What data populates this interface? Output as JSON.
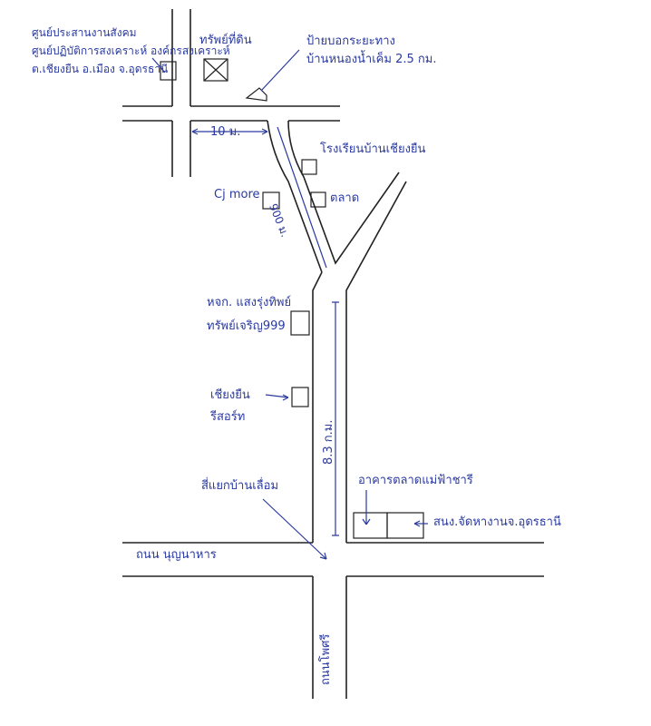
{
  "labels": {
    "center_line1": "ศูนย์ประสานงานสังคม",
    "center_line2": "ศูนย์ปฏิบัติการสงเคราะห์ องค์กรสงเคราะห์",
    "center_line3": "ต.เชียงยืน อ.เมือง จ.อุดรธานี",
    "land": "ทรัพย์ที่ดิน",
    "sign_line1": "ป้ายบอกระยะทาง",
    "sign_line2": "บ้านหนองน้ำเค็ม 2.5 กม.",
    "dist_10": "10 ม.",
    "school": "โรงเรียนบ้านเชียงยืน",
    "cjmore": "Cj more",
    "market": "ตลาด",
    "dist_900": "900 ม.",
    "shop_line1": "หจก. แสงรุ่งทิพย์",
    "shop_line2": "ทรัพย์เจริญ999",
    "resort_line1": "เชียงยืน",
    "resort_line2": "รีสอร์ท",
    "dist_8": "8.3 ก.ม.",
    "market_building": "อาคารตลาดแม่ฟ้าชารี",
    "junction": "สี่แยกบ้านเลื่อม",
    "office": "สนง.จัดหางานจ.อุดรธานี",
    "road_h": "ถนน นุญนาหาร",
    "road_v": "ถนนโพศรี"
  },
  "colors": {
    "ink": "#2a3aa0",
    "road": "#222222",
    "paper": "#ffffff"
  }
}
